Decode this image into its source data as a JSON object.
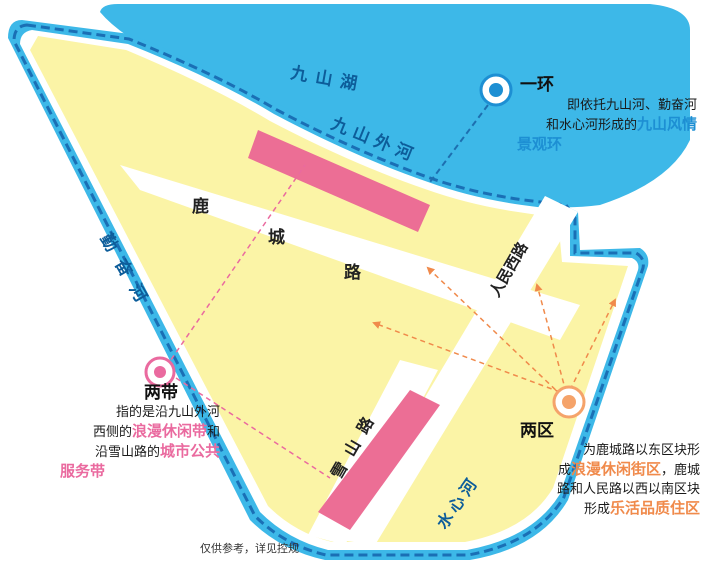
{
  "map": {
    "labels": {
      "lake": "九山湖",
      "outer_river": "九山外河",
      "qinfen_river": "勤奋河",
      "shuixin_river": "水心河",
      "lucheng_road": [
        "鹿",
        "城",
        "路"
      ],
      "renmin_west_road": "人民西路",
      "xueshan_road": "雪山路"
    },
    "colors": {
      "water": "#3db8e8",
      "land": "#fbf4a6",
      "road": "#ffffff",
      "zone": "#ec6e95",
      "ring_marker": "#1d8fd3",
      "belt_marker": "#ea6a9f",
      "district_marker": "#f5a36a"
    }
  },
  "annotations": {
    "one_ring": {
      "title": "一环",
      "line1": "即依托九山河、勤奋河",
      "line2_prefix": "和水心河形成的",
      "line2_highlight": "九山风情",
      "line3_highlight": "景观环"
    },
    "two_belts": {
      "title": "两带",
      "line1": "指的是沿九山外河",
      "line2_prefix": "西侧的",
      "line2_highlight": "浪漫休闲带",
      "line2_suffix": "和",
      "line3_prefix": "沿雪山路的",
      "line3_highlight": "城市公共",
      "line4_highlight": "服务带"
    },
    "two_districts": {
      "title": "两区",
      "line1": "为鹿城路以东区块形",
      "line2_prefix": "成",
      "line2_highlight": "浪漫休闲街区",
      "line2_suffix": "，鹿城",
      "line3": "路和人民路以西以南区块",
      "line4_prefix": "形成",
      "line4_highlight": "乐活品质住区"
    }
  },
  "disclaimer": "仅供参考，详见控规"
}
